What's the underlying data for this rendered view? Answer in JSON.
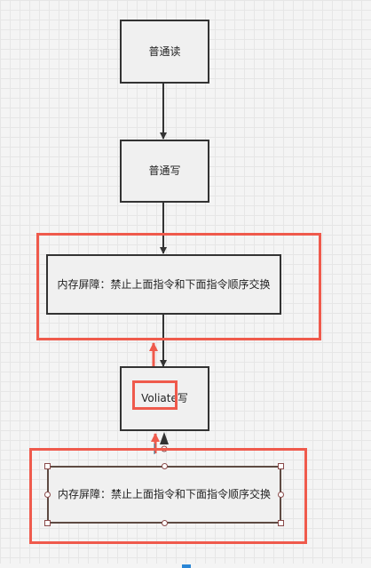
{
  "diagram": {
    "nodes": [
      {
        "id": "n1",
        "label": "普通读"
      },
      {
        "id": "n2",
        "label": "普通写"
      },
      {
        "id": "n3",
        "label": "内存屏障：禁止上面指令和下面指令顺序交换"
      },
      {
        "id": "n4",
        "label_main": "Voliate",
        "label_suffix": " 写"
      },
      {
        "id": "n5",
        "label": "内存屏障：禁止上面指令和下面指令顺序交换"
      }
    ],
    "edges": [
      {
        "from": "n1",
        "to": "n2"
      },
      {
        "from": "n2",
        "to": "n3"
      },
      {
        "from": "n3",
        "to": "n4"
      }
    ],
    "colors": {
      "highlight": "#ef5a4c",
      "node_border": "#333333",
      "node_fill": "#f0f0f0",
      "selection_handle": "#8a4a4a"
    }
  }
}
